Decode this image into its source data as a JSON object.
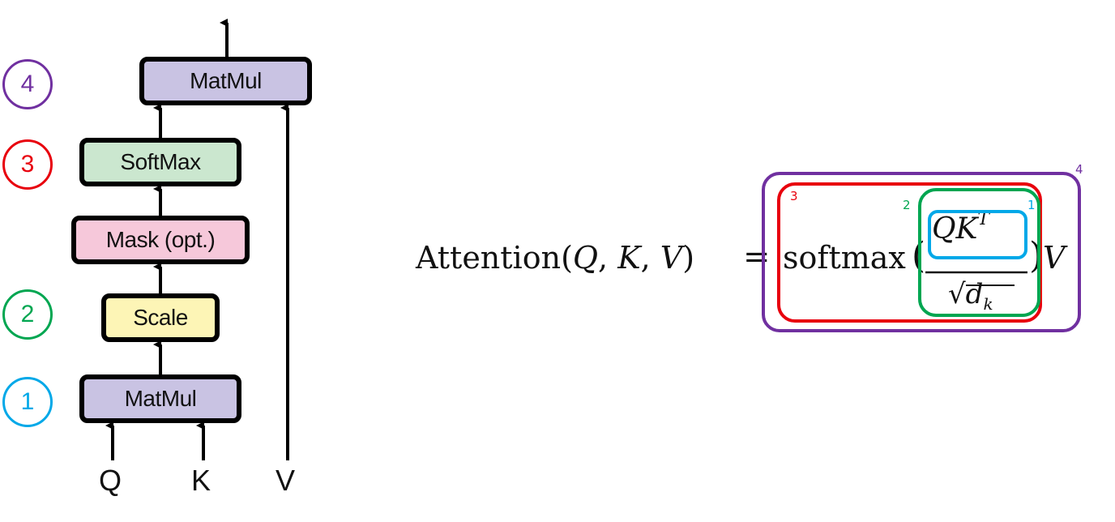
{
  "steps": [
    "4",
    "3",
    "2",
    "1"
  ],
  "ops": {
    "matmul_top": "MatMul",
    "softmax": "SoftMax",
    "mask": "Mask (opt.)",
    "scale": "Scale",
    "matmul_bottom": "MatMul"
  },
  "inputs": {
    "q": "Q",
    "k": "K",
    "v": "V"
  },
  "formula": {
    "lhs_func": "Attention",
    "lhs_args_open": "(",
    "arg_q": "Q",
    "comma1": ", ",
    "arg_k": "K",
    "comma2": ", ",
    "arg_v": "V",
    "lhs_args_close": ")",
    "equals": "=",
    "softmax": "softmax",
    "paren_open": "(",
    "numerator_base": "QK",
    "numerator_sup": "T",
    "denominator_root": "√",
    "denominator_base": "d",
    "denominator_sub": "k",
    "paren_close": ")",
    "trailing": "V"
  },
  "bracket_tags": {
    "four": "4",
    "three": "3",
    "two": "2",
    "one": "1"
  },
  "colors": {
    "step_4": "#7030a0",
    "step_3": "#e8000d",
    "step_2": "#00a651",
    "step_1": "#00a8e8",
    "matmul_fill": "#c9c3e3",
    "softmax_fill": "#cbe7cf",
    "mask_fill": "#f6c8da",
    "scale_fill": "#fdf5b6"
  }
}
